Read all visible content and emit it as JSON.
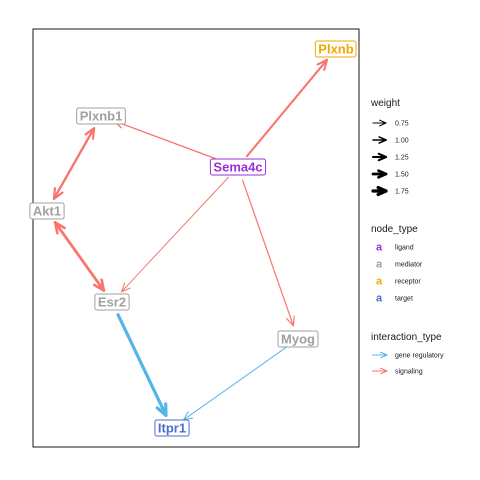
{
  "diagram": {
    "colors": {
      "signaling": "#F8766D",
      "gene_regulatory": "#56B4E9",
      "ligand": "#9B30D9",
      "mediator": "#A0A0A0",
      "receptor": "#F0A800",
      "target": "#4A6FC8"
    },
    "nodes": [
      {
        "id": "plxnb_r",
        "label": "Plxnb",
        "type": "receptor"
      },
      {
        "id": "plxnb1",
        "label": "Plxnb1",
        "type": "mediator"
      },
      {
        "id": "sema4c",
        "label": "Sema4c",
        "type": "ligand"
      },
      {
        "id": "akt1",
        "label": "Akt1",
        "type": "mediator"
      },
      {
        "id": "esr2",
        "label": "Esr2",
        "type": "mediator"
      },
      {
        "id": "myog",
        "label": "Myog",
        "type": "mediator"
      },
      {
        "id": "itpr1",
        "label": "Itpr1",
        "type": "target"
      }
    ],
    "edges": [
      {
        "from": "sema4c",
        "to": "plxnb_r",
        "type": "signaling",
        "weight": 1.25
      },
      {
        "from": "sema4c",
        "to": "plxnb1",
        "type": "signaling",
        "weight": 0.9
      },
      {
        "from": "sema4c",
        "to": "esr2",
        "type": "signaling",
        "weight": 0.75
      },
      {
        "from": "sema4c",
        "to": "myog",
        "type": "signaling",
        "weight": 0.85
      },
      {
        "from": "plxnb1",
        "to": "akt1",
        "type": "signaling",
        "weight": 1.3
      },
      {
        "from": "akt1",
        "to": "plxnb1",
        "type": "signaling",
        "weight": 1.3
      },
      {
        "from": "akt1",
        "to": "esr2",
        "type": "signaling",
        "weight": 1.5
      },
      {
        "from": "esr2",
        "to": "akt1",
        "type": "signaling",
        "weight": 1.5
      },
      {
        "from": "esr2",
        "to": "itpr1",
        "type": "gene regulatory",
        "weight": 1.75
      },
      {
        "from": "myog",
        "to": "itpr1",
        "type": "gene regulatory",
        "weight": 0.75
      }
    ]
  },
  "legend": {
    "weight": {
      "title": "weight",
      "items": [
        {
          "label": "0.75",
          "weight": 0.75
        },
        {
          "label": "1.00",
          "weight": 1.0
        },
        {
          "label": "1.25",
          "weight": 1.25
        },
        {
          "label": "1.50",
          "weight": 1.5
        },
        {
          "label": "1.75",
          "weight": 1.75
        }
      ]
    },
    "node_type": {
      "title": "node_type",
      "items": [
        {
          "label": "ligand",
          "glyph": "a",
          "type": "ligand"
        },
        {
          "label": "mediator",
          "glyph": "a",
          "type": "mediator"
        },
        {
          "label": "receptor",
          "glyph": "a",
          "type": "receptor"
        },
        {
          "label": "target",
          "glyph": "a",
          "type": "target"
        }
      ]
    },
    "interaction_type": {
      "title": "interaction_type",
      "items": [
        {
          "label": "gene regulatory",
          "type": "gene regulatory"
        },
        {
          "label": "signaling",
          "type": "signaling"
        }
      ]
    }
  }
}
